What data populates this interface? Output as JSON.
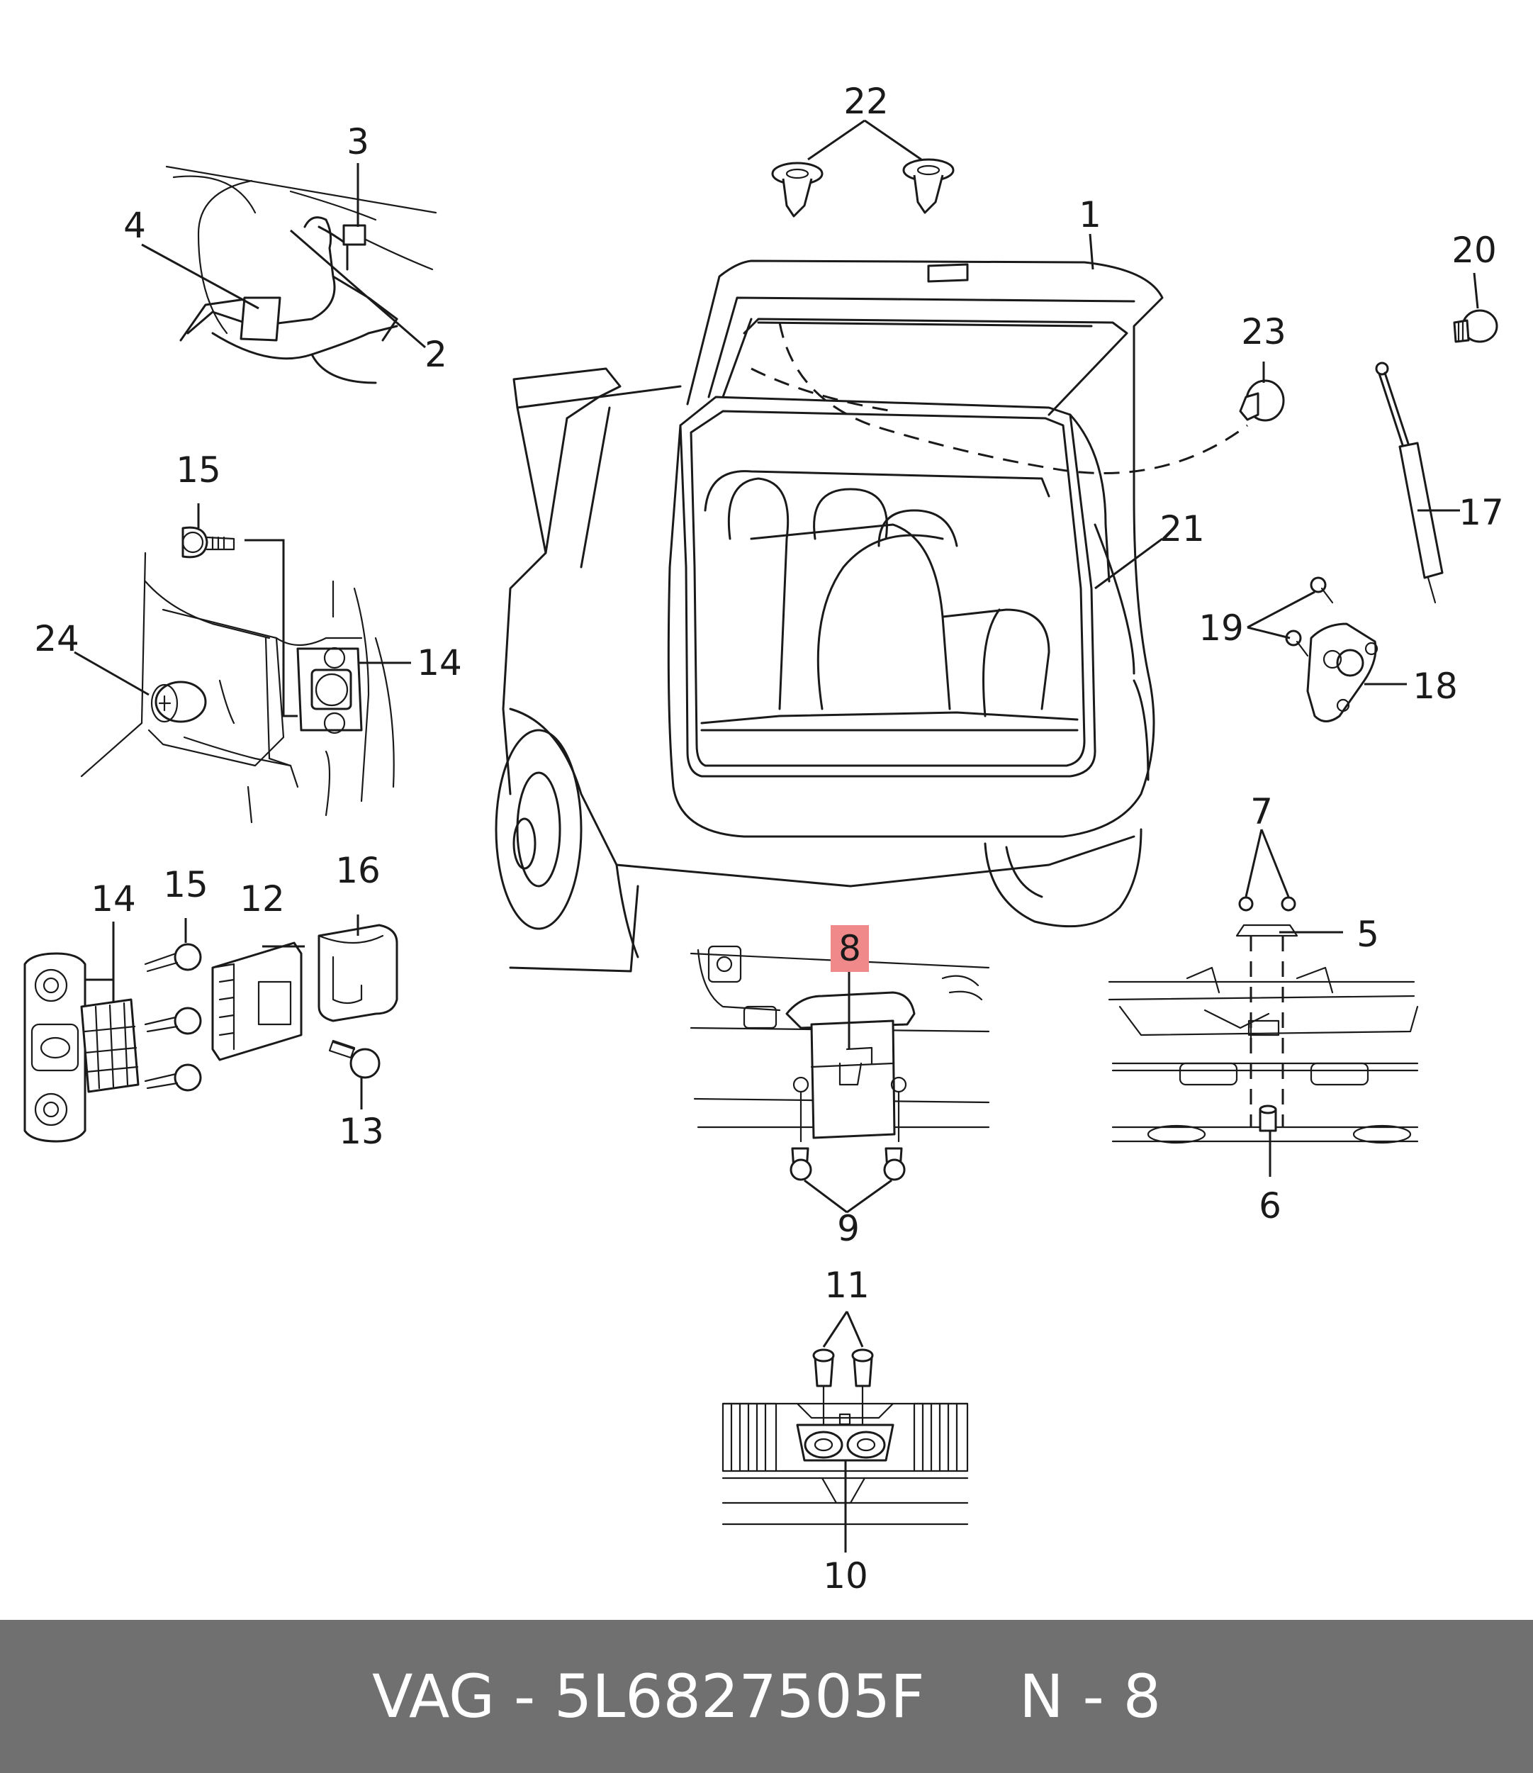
{
  "callouts": [
    "1",
    "2",
    "3",
    "4",
    "5",
    "6",
    "7",
    "8",
    "9",
    "10",
    "11",
    "12",
    "13",
    "14",
    "14",
    "15",
    "15",
    "16",
    "17",
    "18",
    "19",
    "20",
    "21",
    "22",
    "23",
    "24"
  ],
  "highlighted_callout": "8",
  "colors": {
    "highlight": "#f08a8a",
    "footer_background": "#707070",
    "footer_text": "#ffffff",
    "line": "#1a1a1a"
  },
  "footer": {
    "text": "VAG - 5L6827505F     N - 8"
  }
}
